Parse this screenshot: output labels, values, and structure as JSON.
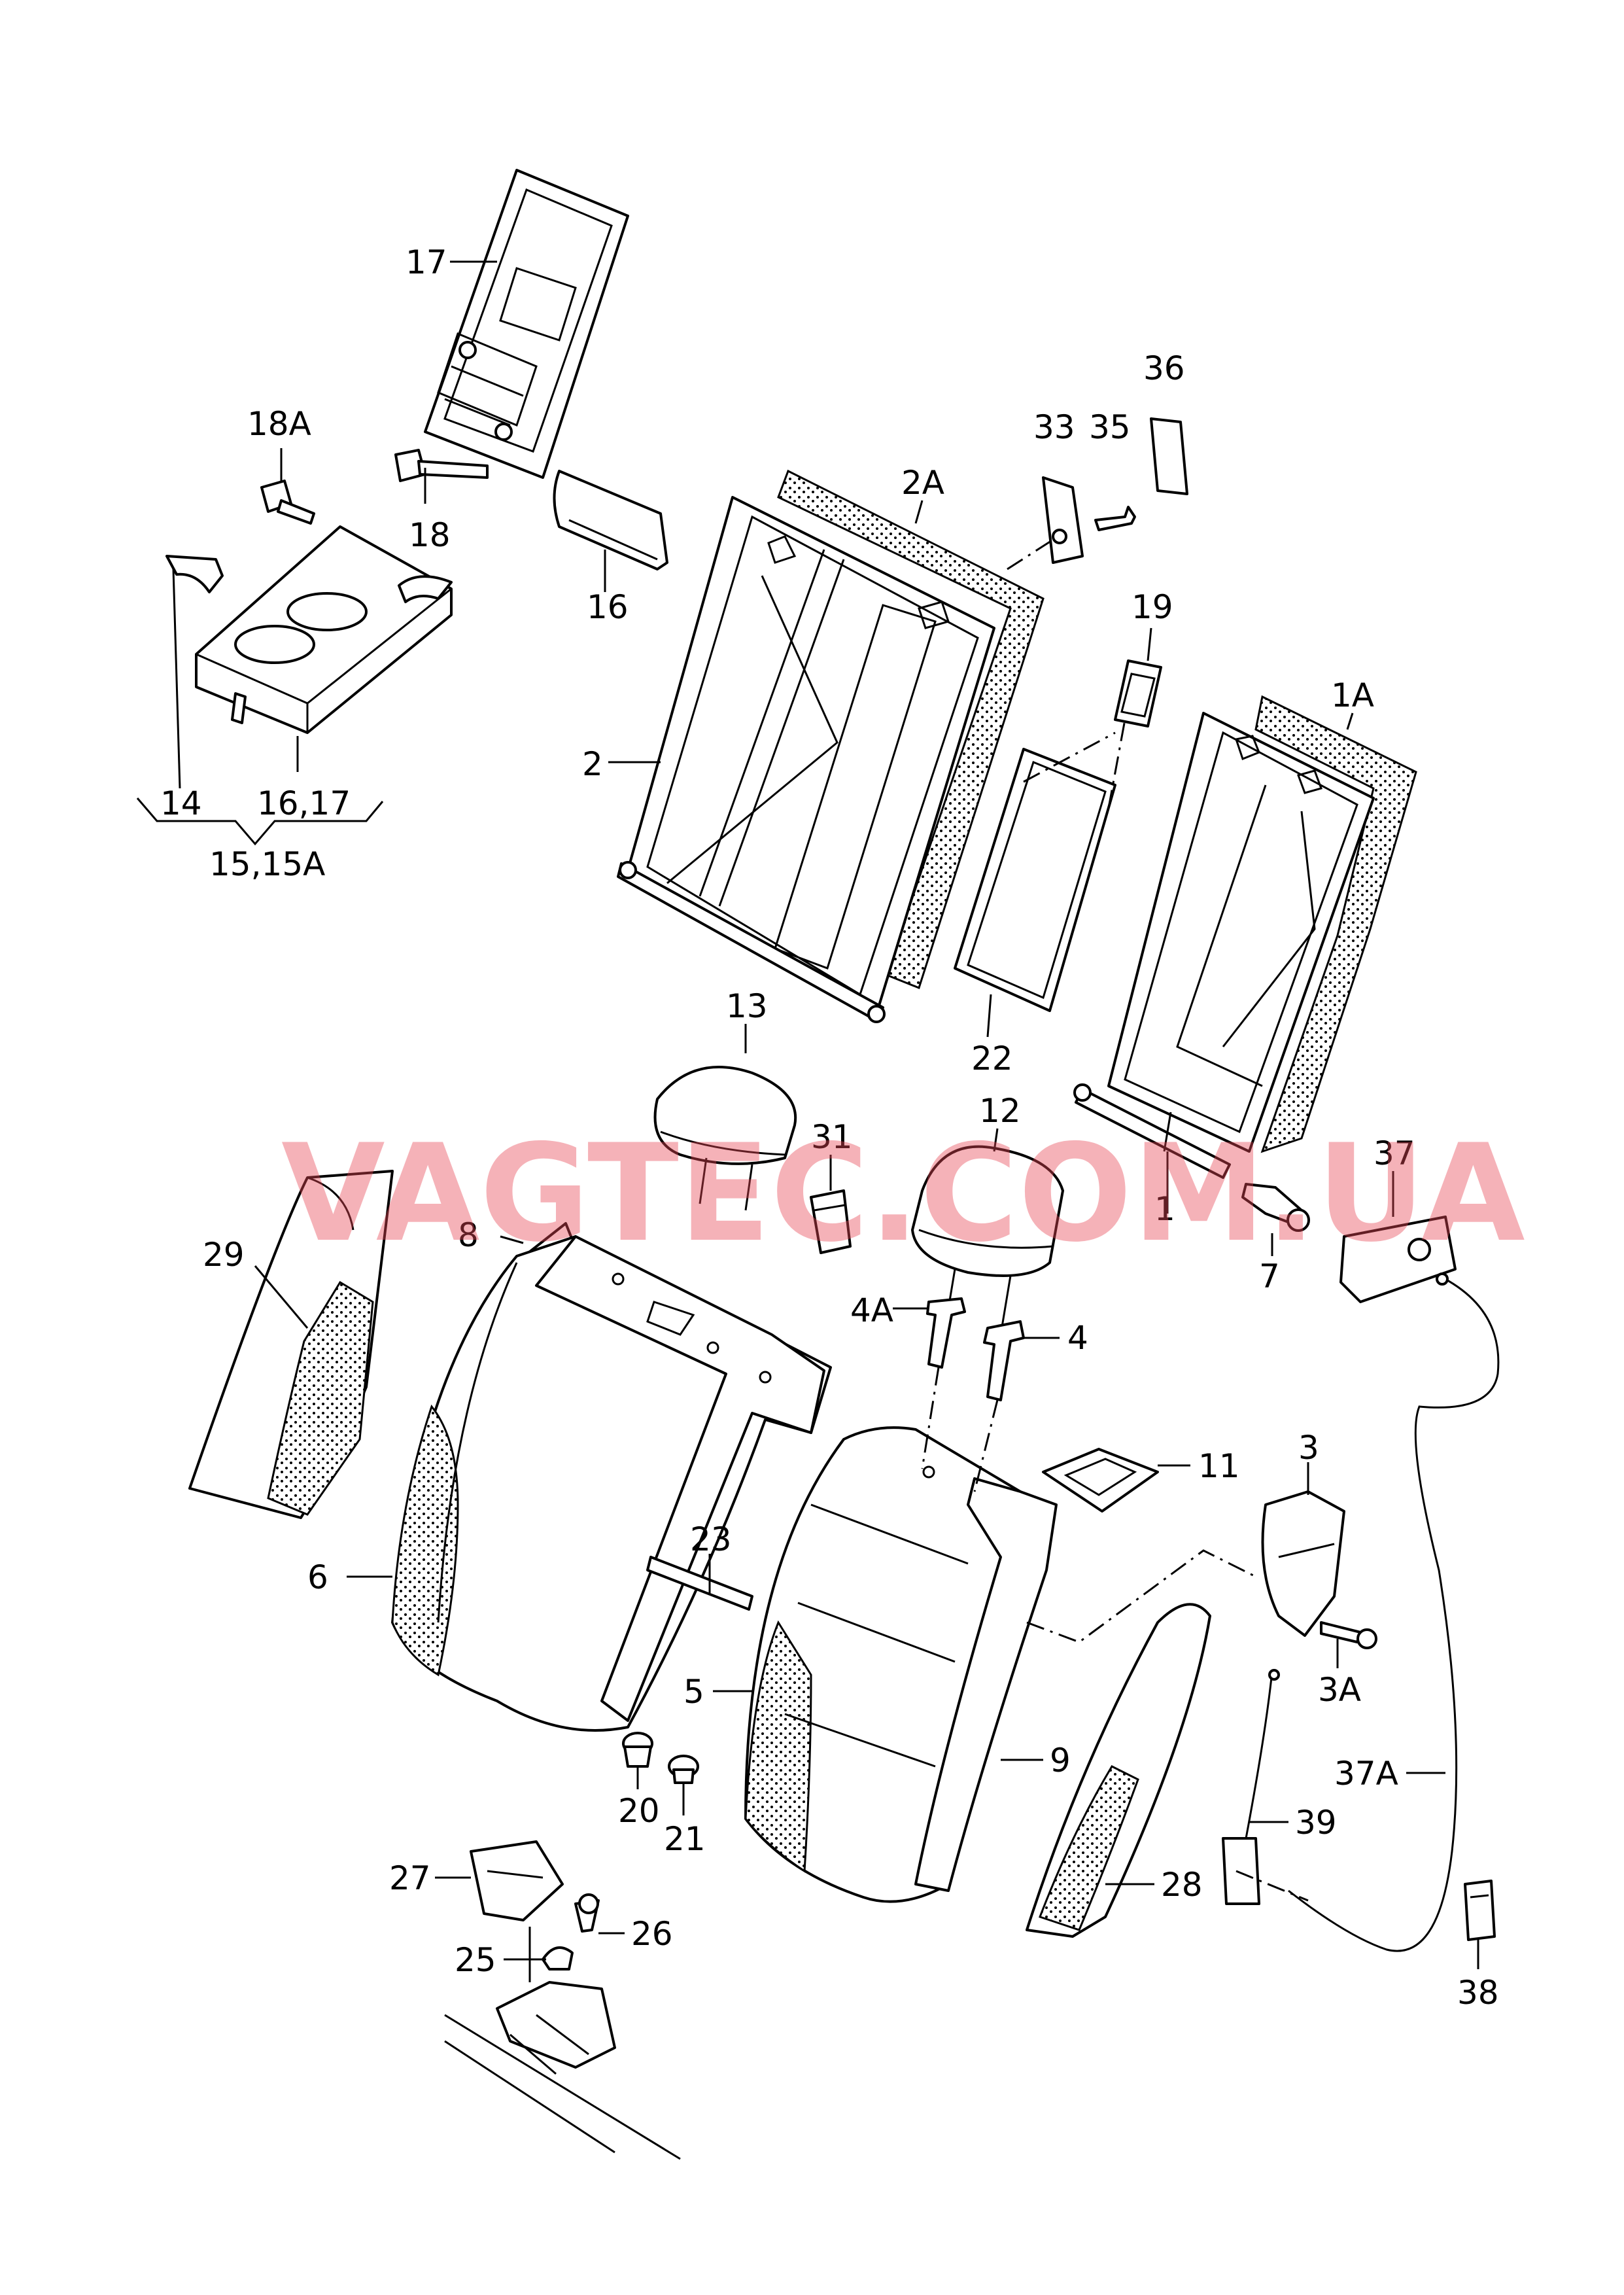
{
  "watermark": "VAGTEC.COM.UA",
  "parts": {
    "p17": "17",
    "p18A": "18A",
    "p18": "18",
    "p16": "16",
    "p14": "14",
    "p16_17": "16,17",
    "p15_15A": "15,15A",
    "p33": "33",
    "p35": "35",
    "p36": "36",
    "p2A": "2A",
    "p19": "19",
    "p1A": "1A",
    "p2": "2",
    "p22": "22",
    "p13": "13",
    "p12": "12",
    "p31": "31",
    "p37": "37",
    "p7": "7",
    "p1": "1",
    "p29": "29",
    "p8": "8",
    "p4A": "4A",
    "p4": "4",
    "p11": "11",
    "p3": "3",
    "p6": "6",
    "p23": "23",
    "p3A": "3A",
    "p5": "5",
    "p9": "9",
    "p37A": "37A",
    "p20": "20",
    "p21": "21",
    "p39": "39",
    "p27": "27",
    "p26": "26",
    "p28": "28",
    "p25": "25",
    "p38": "38"
  }
}
